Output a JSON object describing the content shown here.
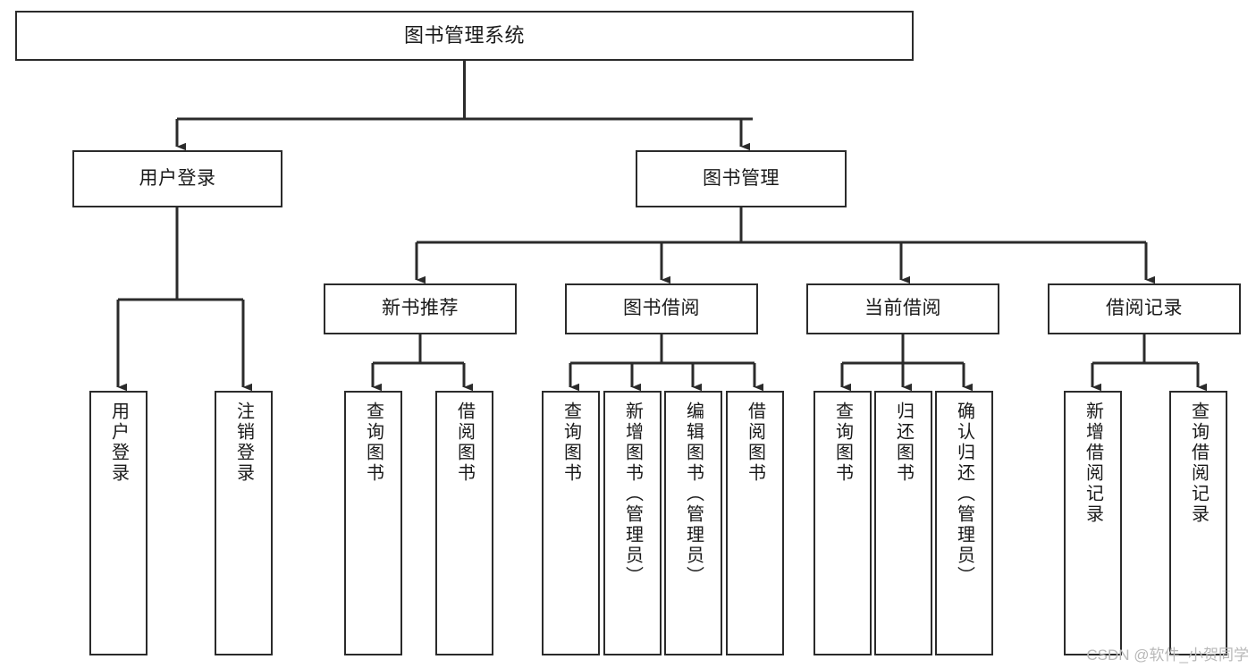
{
  "diagram": {
    "title": "图书管理系统",
    "type": "tree",
    "colors": {
      "box_border": "#2b2b2b",
      "box_fill": "#ffffff",
      "edge": "#2b2b2b",
      "text": "#1a1a1a",
      "watermark": "#b8b8b8",
      "background": "#ffffff"
    },
    "watermark": "CSDN @软件_小贺同学",
    "nodes": {
      "root": {
        "label": "图书管理系统"
      },
      "level2": [
        {
          "id": "user-login",
          "label": "用户登录"
        },
        {
          "id": "book-management",
          "label": "图书管理"
        }
      ],
      "level3": [
        {
          "id": "new-book-recommend",
          "label": "新书推荐"
        },
        {
          "id": "book-borrow",
          "label": "图书借阅"
        },
        {
          "id": "current-borrow",
          "label": "当前借阅"
        },
        {
          "id": "borrow-record",
          "label": "借阅记录"
        }
      ],
      "leaves": {
        "user_login": [
          {
            "id": "leaf-user-login",
            "label": "用户登录"
          },
          {
            "id": "leaf-logout",
            "label": "注销登录"
          }
        ],
        "new_book_recommend": [
          {
            "id": "leaf-query-book-1",
            "label": "查询图书"
          },
          {
            "id": "leaf-borrow-book-1",
            "label": "借阅图书"
          }
        ],
        "book_borrow": [
          {
            "id": "leaf-query-book-2",
            "label": "查询图书"
          },
          {
            "id": "leaf-add-book",
            "label": "新增图书（管理员）"
          },
          {
            "id": "leaf-edit-book",
            "label": "编辑图书（管理员）"
          },
          {
            "id": "leaf-borrow-book-2",
            "label": "借阅图书"
          }
        ],
        "current_borrow": [
          {
            "id": "leaf-query-book-3",
            "label": "查询图书"
          },
          {
            "id": "leaf-return-book",
            "label": "归还图书"
          },
          {
            "id": "leaf-confirm-return",
            "label": "确认归还（管理员）"
          }
        ],
        "borrow_record": [
          {
            "id": "leaf-add-record",
            "label": "新增借阅记录"
          },
          {
            "id": "leaf-query-record",
            "label": "查询借阅记录"
          }
        ]
      }
    }
  }
}
